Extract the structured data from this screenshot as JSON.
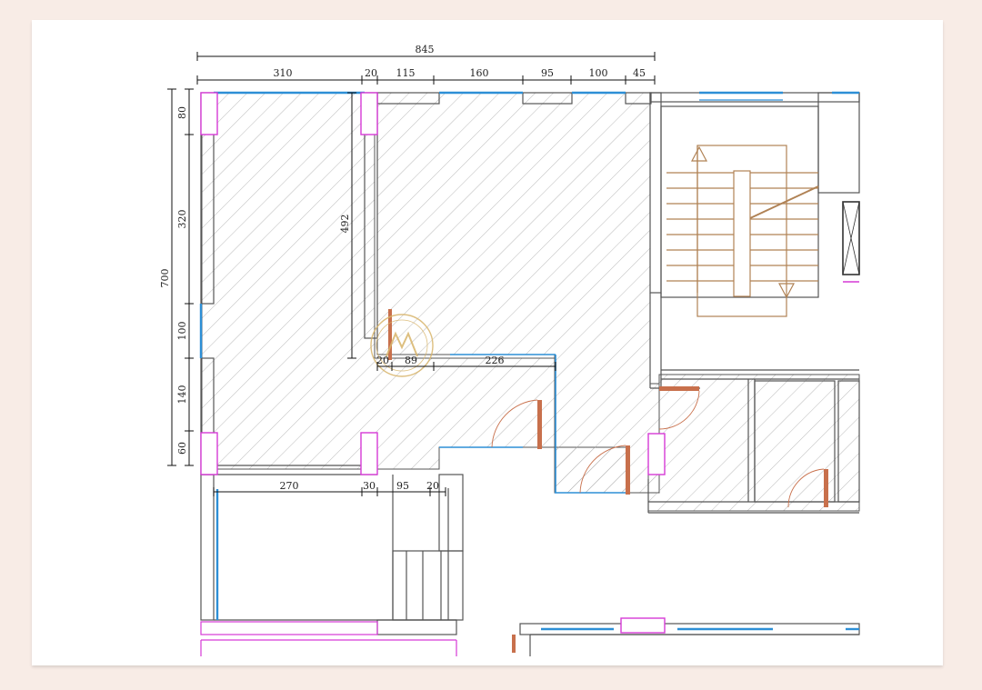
{
  "plan": {
    "dimensions_top_total": "845",
    "dimensions_top": [
      "310",
      "20",
      "115",
      "160",
      "95",
      "100",
      "45"
    ],
    "dimensions_left_total": "700",
    "dimensions_left": [
      "80",
      "320",
      "100",
      "140",
      "60"
    ],
    "dimension_inner_vertical": "492",
    "dimensions_middle": [
      "20",
      "89",
      "226"
    ],
    "dimensions_bottom": [
      "270",
      "30",
      "95",
      "20"
    ],
    "stair_direction": [
      "up-arrow-icon",
      "down-arrow-icon"
    ],
    "colors": {
      "wall": "#555555",
      "window": "#2d8fd6",
      "column": "#d63ad6",
      "door": "#c8704c",
      "stair": "#b08255",
      "hatch": "#9a9a9a",
      "watermark": "#d8b46a"
    }
  }
}
